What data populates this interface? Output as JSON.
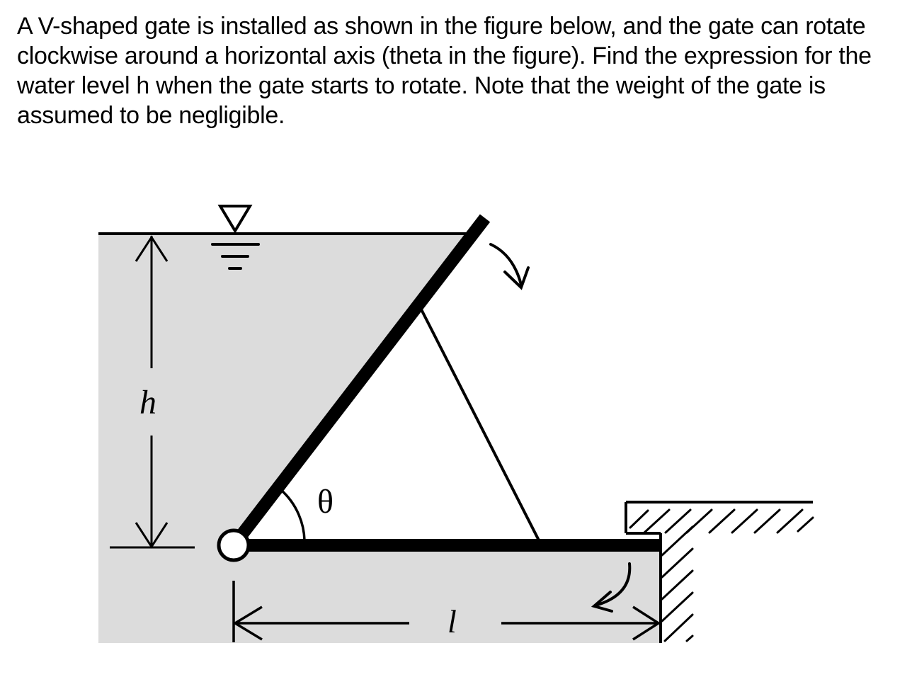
{
  "question": {
    "text": "A V-shaped gate is installed as shown in the figure below, and the gate can rotate clockwise around a horizontal axis (theta in the figure). Find the expression for the water level h when the gate starts to rotate. Note that the weight of the gate is assumed to be negligible."
  },
  "figure": {
    "labels": {
      "height": "h",
      "angle": "θ",
      "length": "l"
    },
    "colors": {
      "water": "#dcdcdc",
      "ink": "#000000",
      "background": "#ffffff"
    },
    "icons": {
      "water_surface": "inverted-triangle-water-level-symbol",
      "rotation_top": "clockwise-curved-arrow",
      "rotation_bottom": "curved-arrow-down-left",
      "hinge": "pivot-circle"
    }
  }
}
